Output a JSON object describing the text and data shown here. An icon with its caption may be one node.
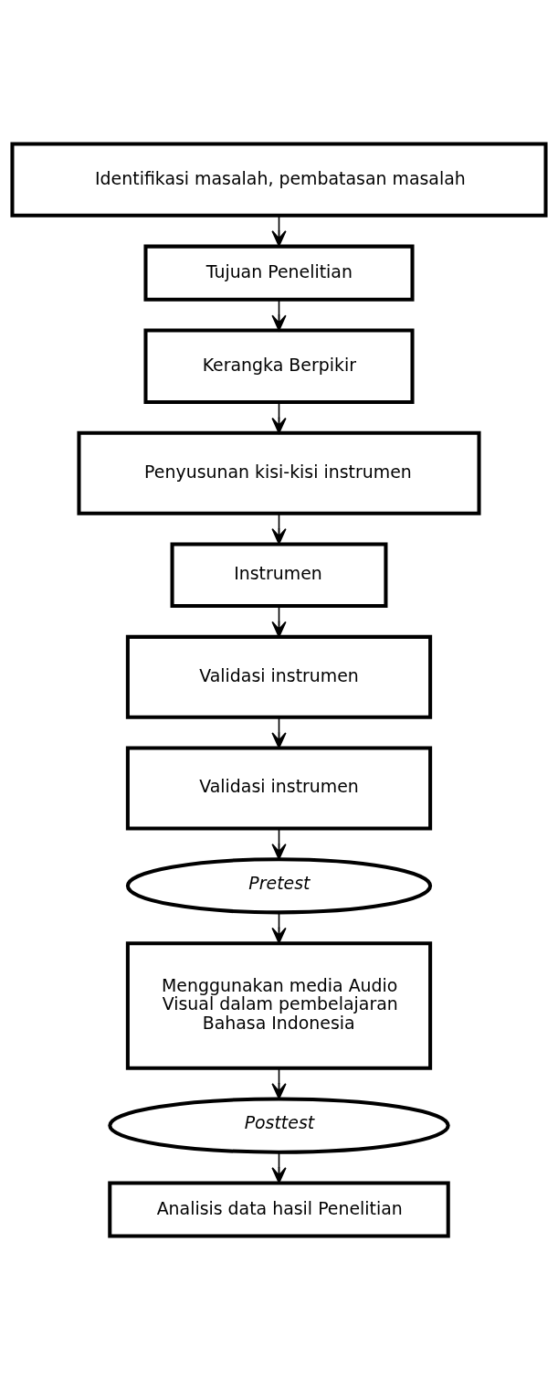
{
  "diagram": {
    "nodes": [
      {
        "text": [
          "Identifikasi masalah, pembatasan masalah"
        ]
      },
      {
        "text": [
          "Tujuan Penelitian"
        ]
      },
      {
        "text": [
          "Kerangka Berpikir"
        ]
      },
      {
        "text": [
          "Penyusunan kisi-kisi instrumen"
        ]
      },
      {
        "text": [
          "Instrumen"
        ]
      },
      {
        "text": [
          "Validasi instrumen"
        ]
      },
      {
        "text": [
          "Validasi instrumen"
        ]
      },
      {
        "text": [
          "Pretest"
        ]
      },
      {
        "text": [
          "Menggunakan media Audio Visual dalam pembelajaran Bahasa Indonesia"
        ]
      },
      {
        "text": [
          "Posttest"
        ]
      },
      {
        "text": [
          "Analisis data hasil Penelitian"
        ]
      }
    ],
    "edges": [
      {
        "from": 0,
        "to": 1,
        "arrow": "to"
      },
      {
        "from": 1,
        "to": 2,
        "arrow": "to"
      },
      {
        "from": 2,
        "to": 3,
        "arrow": "to"
      },
      {
        "from": 3,
        "to": 4,
        "arrow": "to"
      },
      {
        "from": 4,
        "to": 5,
        "arrow": "to"
      },
      {
        "from": 5,
        "to": 6,
        "arrow": "to"
      },
      {
        "from": 6,
        "to": 7,
        "arrow": "to"
      },
      {
        "from": 7,
        "to": 8,
        "arrow": "to"
      },
      {
        "from": 8,
        "to": 9,
        "arrow": "to"
      },
      {
        "from": 9,
        "to": 10,
        "arrow": "to"
      }
    ]
  }
}
